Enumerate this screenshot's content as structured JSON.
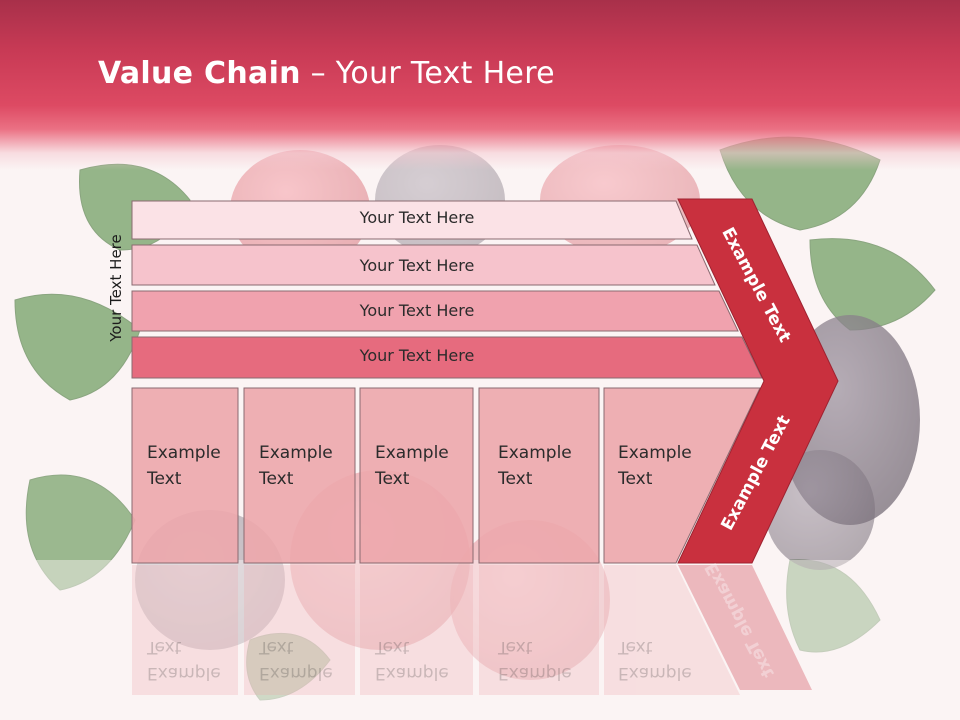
{
  "slide": {
    "title_bold": "Value Chain",
    "title_rest": " – Your Text Here",
    "side_label": "Your Text Here",
    "bars": [
      {
        "label": "Your Text Here",
        "color": "#fbe2e6"
      },
      {
        "label": "Your Text Here",
        "color": "#f6c3cc"
      },
      {
        "label": "Your Text Here",
        "color": "#f0a2ae"
      },
      {
        "label": "Your Text Here",
        "color": "#e66b7e"
      }
    ],
    "columns": [
      {
        "line1": "Example",
        "line2": "Text"
      },
      {
        "line1": "Example",
        "line2": "Text"
      },
      {
        "line1": "Example",
        "line2": "Text"
      },
      {
        "line1": "Example",
        "line2": "Text"
      },
      {
        "line1": "Example",
        "line2": "Text"
      }
    ],
    "arrow": {
      "top_label": "Example Text",
      "bottom_label": "Example Text",
      "color": "#c9303e"
    },
    "colors": {
      "header": "#dd4a63",
      "column_fill": "#eda8ad",
      "background": "#faf4f5"
    }
  }
}
